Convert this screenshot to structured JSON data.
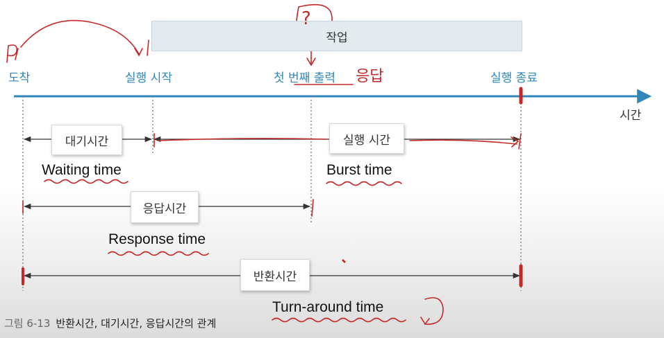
{
  "task_label": "작업",
  "timeline_labels": {
    "arrival": "도착",
    "exec_start": "실행 시작",
    "first_output": "첫 번째 출력",
    "exec_end": "실행 종료"
  },
  "axis_label": "시간",
  "intervals": {
    "waiting": {
      "label": "대기시간",
      "english": "Waiting time"
    },
    "burst": {
      "label": "실행 시간",
      "english": "Burst time"
    },
    "response": {
      "label": "응답시간",
      "english": "Response time"
    },
    "turnaround": {
      "label": "반환시간",
      "english": "Turn-around time"
    }
  },
  "annotations": {
    "response_hand": "응답",
    "question_mark": "?",
    "arrival_hand": "P"
  },
  "caption": {
    "number": "그림 6-13",
    "text": "반환시간, 대기시간, 응답시간의 관계"
  },
  "colors": {
    "timeline_blue": "#2f86b8",
    "handwriting_red": "#c62828",
    "task_bar_fill": "#e3ebef"
  }
}
